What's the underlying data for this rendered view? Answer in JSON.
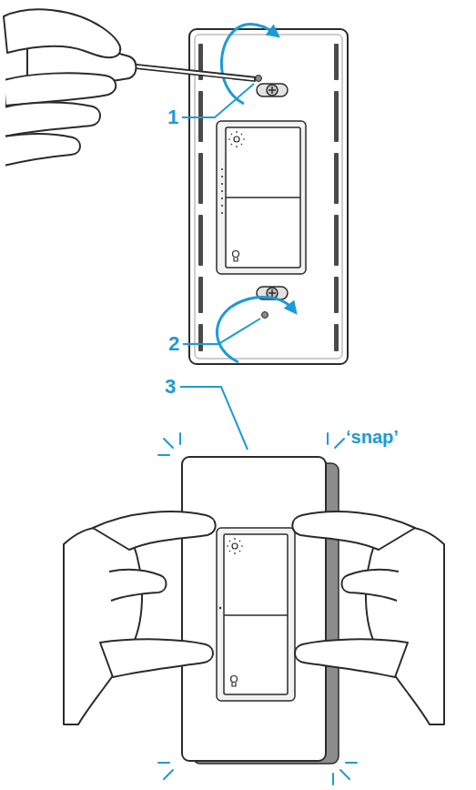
{
  "diagram": {
    "labels": [
      "1",
      "2",
      "3",
      "‘snap’"
    ]
  }
}
